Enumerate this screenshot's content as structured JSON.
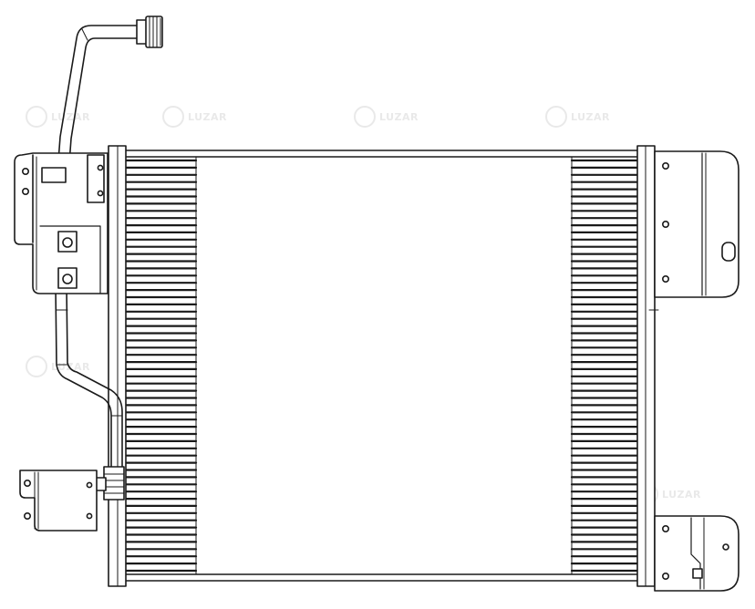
{
  "drawing": {
    "subject": "radiator-condenser-line-drawing",
    "stroke_color": "#1a1a1a",
    "background_color": "#ffffff",
    "watermark_color": "#e9e9e9",
    "watermark_text": "LUZAR",
    "tube_count": 58
  }
}
